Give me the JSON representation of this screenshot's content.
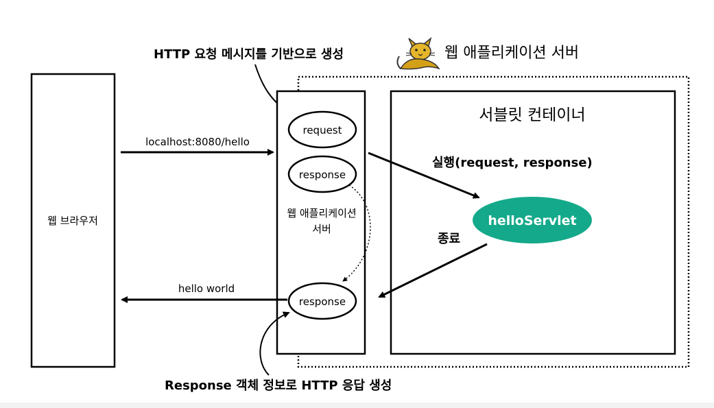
{
  "server_title": "웹 애플리케이션 서버",
  "browser": {
    "label": "웹 브라우저"
  },
  "was_box": {
    "label_line1": "웹 애플리케이션",
    "label_line2": "서버"
  },
  "servlet_container": {
    "title": "서블릿 컨테이너"
  },
  "ellipses": {
    "request": "request",
    "response_top": "response",
    "response_bottom": "response"
  },
  "servlet": {
    "label": "helloServlet",
    "color": "#13a98a"
  },
  "arrows": {
    "request_url": "localhost:8080/hello",
    "response_text": "hello world",
    "execute": "실행(request, response)",
    "finish": "종료"
  },
  "annotations": {
    "top": "HTTP 요청 메시지를 기반으로 생성",
    "bottom": "Response 객체 정보로 HTTP 응답 생성"
  },
  "icons": {
    "server_mascot": "tomcat-cat-icon"
  }
}
